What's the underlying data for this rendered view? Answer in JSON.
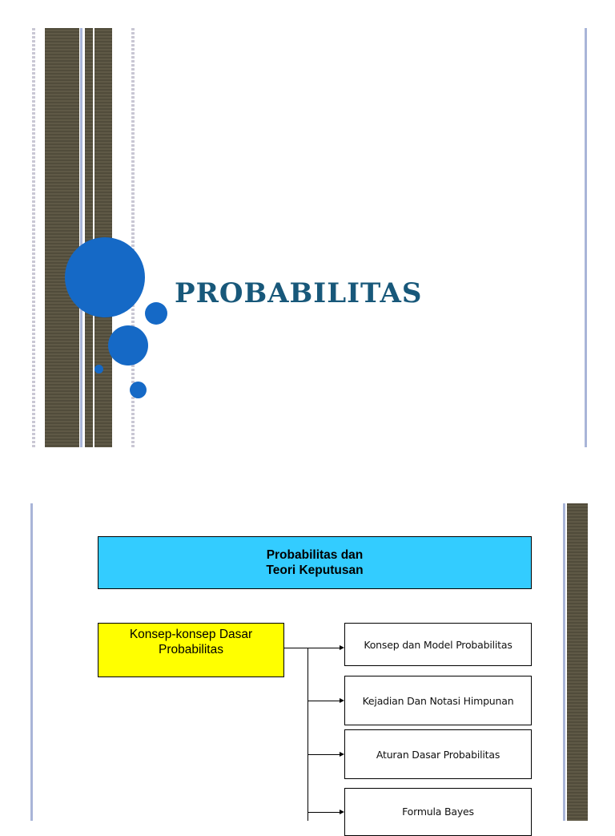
{
  "slide1": {
    "title": "PROBABILITAS",
    "colors": {
      "circle": "#1569c6",
      "title": "#18587a",
      "strip": "#514c3b"
    }
  },
  "slide2": {
    "header": {
      "line1": "Probabilitas dan",
      "line2": "Teori Keputusan"
    },
    "main_concept": {
      "line1": "Konsep-konsep Dasar",
      "line2": "Probabilitas"
    },
    "topics": [
      "Konsep dan Model Probabilitas",
      "Kejadian Dan Notasi Himpunan",
      "Aturan Dasar Probabilitas",
      "Formula Bayes"
    ],
    "colors": {
      "header_bg": "#33ccff",
      "main_bg": "#ffff00"
    }
  }
}
